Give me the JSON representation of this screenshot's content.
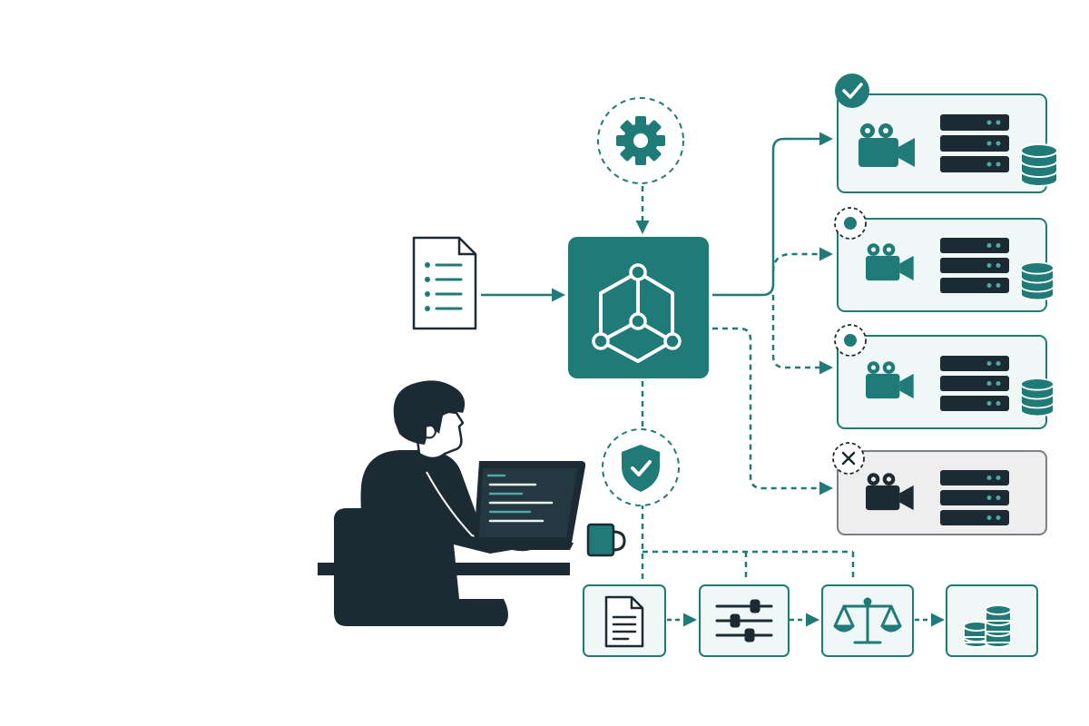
{
  "colors": {
    "teal": "#1f7a78",
    "teal_light": "#f0f8f7",
    "dark": "#1c2b33",
    "disabled_fill": "#eeeeee",
    "disabled_stroke": "#7a8085",
    "background": "#ffffff"
  },
  "nodes": {
    "input": {
      "icon": "document-list-icon"
    },
    "config": {
      "icon": "gear-icon"
    },
    "hub": {
      "icon": "network-cube-icon"
    },
    "security": {
      "icon": "shield-check-icon"
    },
    "user": {
      "icon": "person-at-laptop-illustration"
    }
  },
  "targets": [
    {
      "status": "success",
      "status_icon": "check-circle-icon",
      "connector": "solid",
      "icons": [
        "video-camera-icon",
        "server-rack-icon",
        "database-icon"
      ]
    },
    {
      "status": "pending",
      "status_icon": "dot-circle-icon",
      "connector": "dashed",
      "icons": [
        "video-camera-icon",
        "server-rack-icon",
        "database-icon"
      ]
    },
    {
      "status": "pending",
      "status_icon": "dot-circle-icon",
      "connector": "dashed",
      "icons": [
        "video-camera-icon",
        "server-rack-icon",
        "database-icon"
      ]
    },
    {
      "status": "failed",
      "status_icon": "x-circle-icon",
      "connector": "dashed",
      "icons": [
        "video-camera-icon",
        "server-rack-icon"
      ]
    }
  ],
  "pipeline": [
    {
      "icon": "document-icon"
    },
    {
      "icon": "sliders-icon"
    },
    {
      "icon": "balance-scale-icon"
    },
    {
      "icon": "coin-stack-icon"
    }
  ]
}
